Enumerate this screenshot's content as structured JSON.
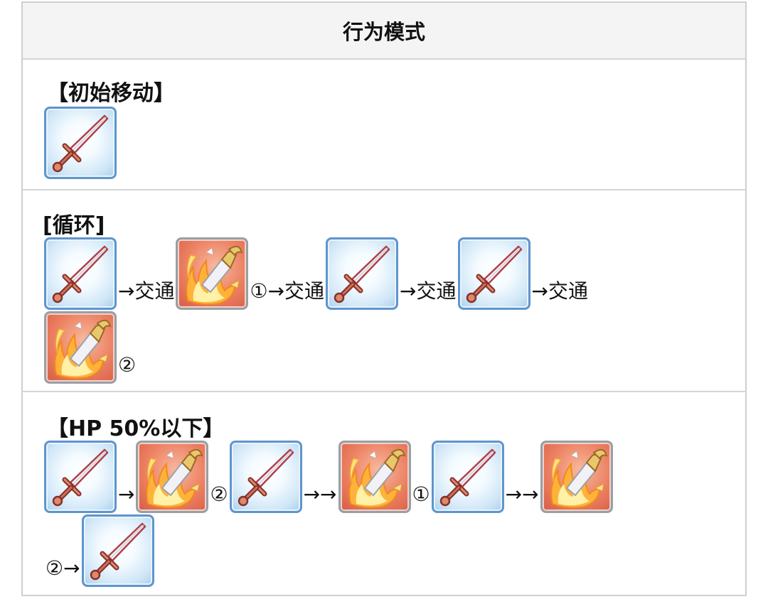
{
  "table": {
    "header": "行为模式",
    "sections": [
      {
        "title": "【初始移动】",
        "rows": [
          [
            {
              "type": "icon",
              "icon": "sword-skill-icon",
              "variant": "blue"
            }
          ]
        ]
      },
      {
        "title": "[循环]",
        "rows": [
          [
            {
              "type": "icon",
              "icon": "sword-skill-icon",
              "variant": "blue"
            },
            {
              "type": "text",
              "text": "→交通"
            },
            {
              "type": "icon",
              "icon": "flame-slash-skill-icon",
              "variant": "red"
            },
            {
              "type": "text",
              "text": "①→交通"
            },
            {
              "type": "icon",
              "icon": "sword-skill-icon",
              "variant": "blue"
            },
            {
              "type": "text",
              "text": "→交通"
            },
            {
              "type": "icon",
              "icon": "sword-skill-icon",
              "variant": "blue"
            },
            {
              "type": "text",
              "text": "→交通"
            }
          ],
          [
            {
              "type": "icon",
              "icon": "flame-slash-skill-icon",
              "variant": "red"
            },
            {
              "type": "text",
              "text": "②"
            }
          ]
        ]
      },
      {
        "title": "【HP 50%以下】",
        "rows": [
          [
            {
              "type": "icon",
              "icon": "sword-skill-icon",
              "variant": "blue"
            },
            {
              "type": "text",
              "text": "→"
            },
            {
              "type": "icon",
              "icon": "flame-slash-skill-icon",
              "variant": "red"
            },
            {
              "type": "text",
              "text": "②"
            },
            {
              "type": "icon",
              "icon": "sword-skill-icon",
              "variant": "blue"
            },
            {
              "type": "text",
              "text": "→→"
            },
            {
              "type": "icon",
              "icon": "flame-slash-skill-icon",
              "variant": "red"
            },
            {
              "type": "text",
              "text": "①"
            },
            {
              "type": "icon",
              "icon": "sword-skill-icon",
              "variant": "blue"
            },
            {
              "type": "text",
              "text": "→→"
            },
            {
              "type": "icon",
              "icon": "flame-slash-skill-icon",
              "variant": "red"
            }
          ],
          [
            {
              "type": "text",
              "text": "②→"
            },
            {
              "type": "icon",
              "icon": "sword-skill-icon",
              "variant": "blue"
            }
          ]
        ]
      }
    ]
  }
}
